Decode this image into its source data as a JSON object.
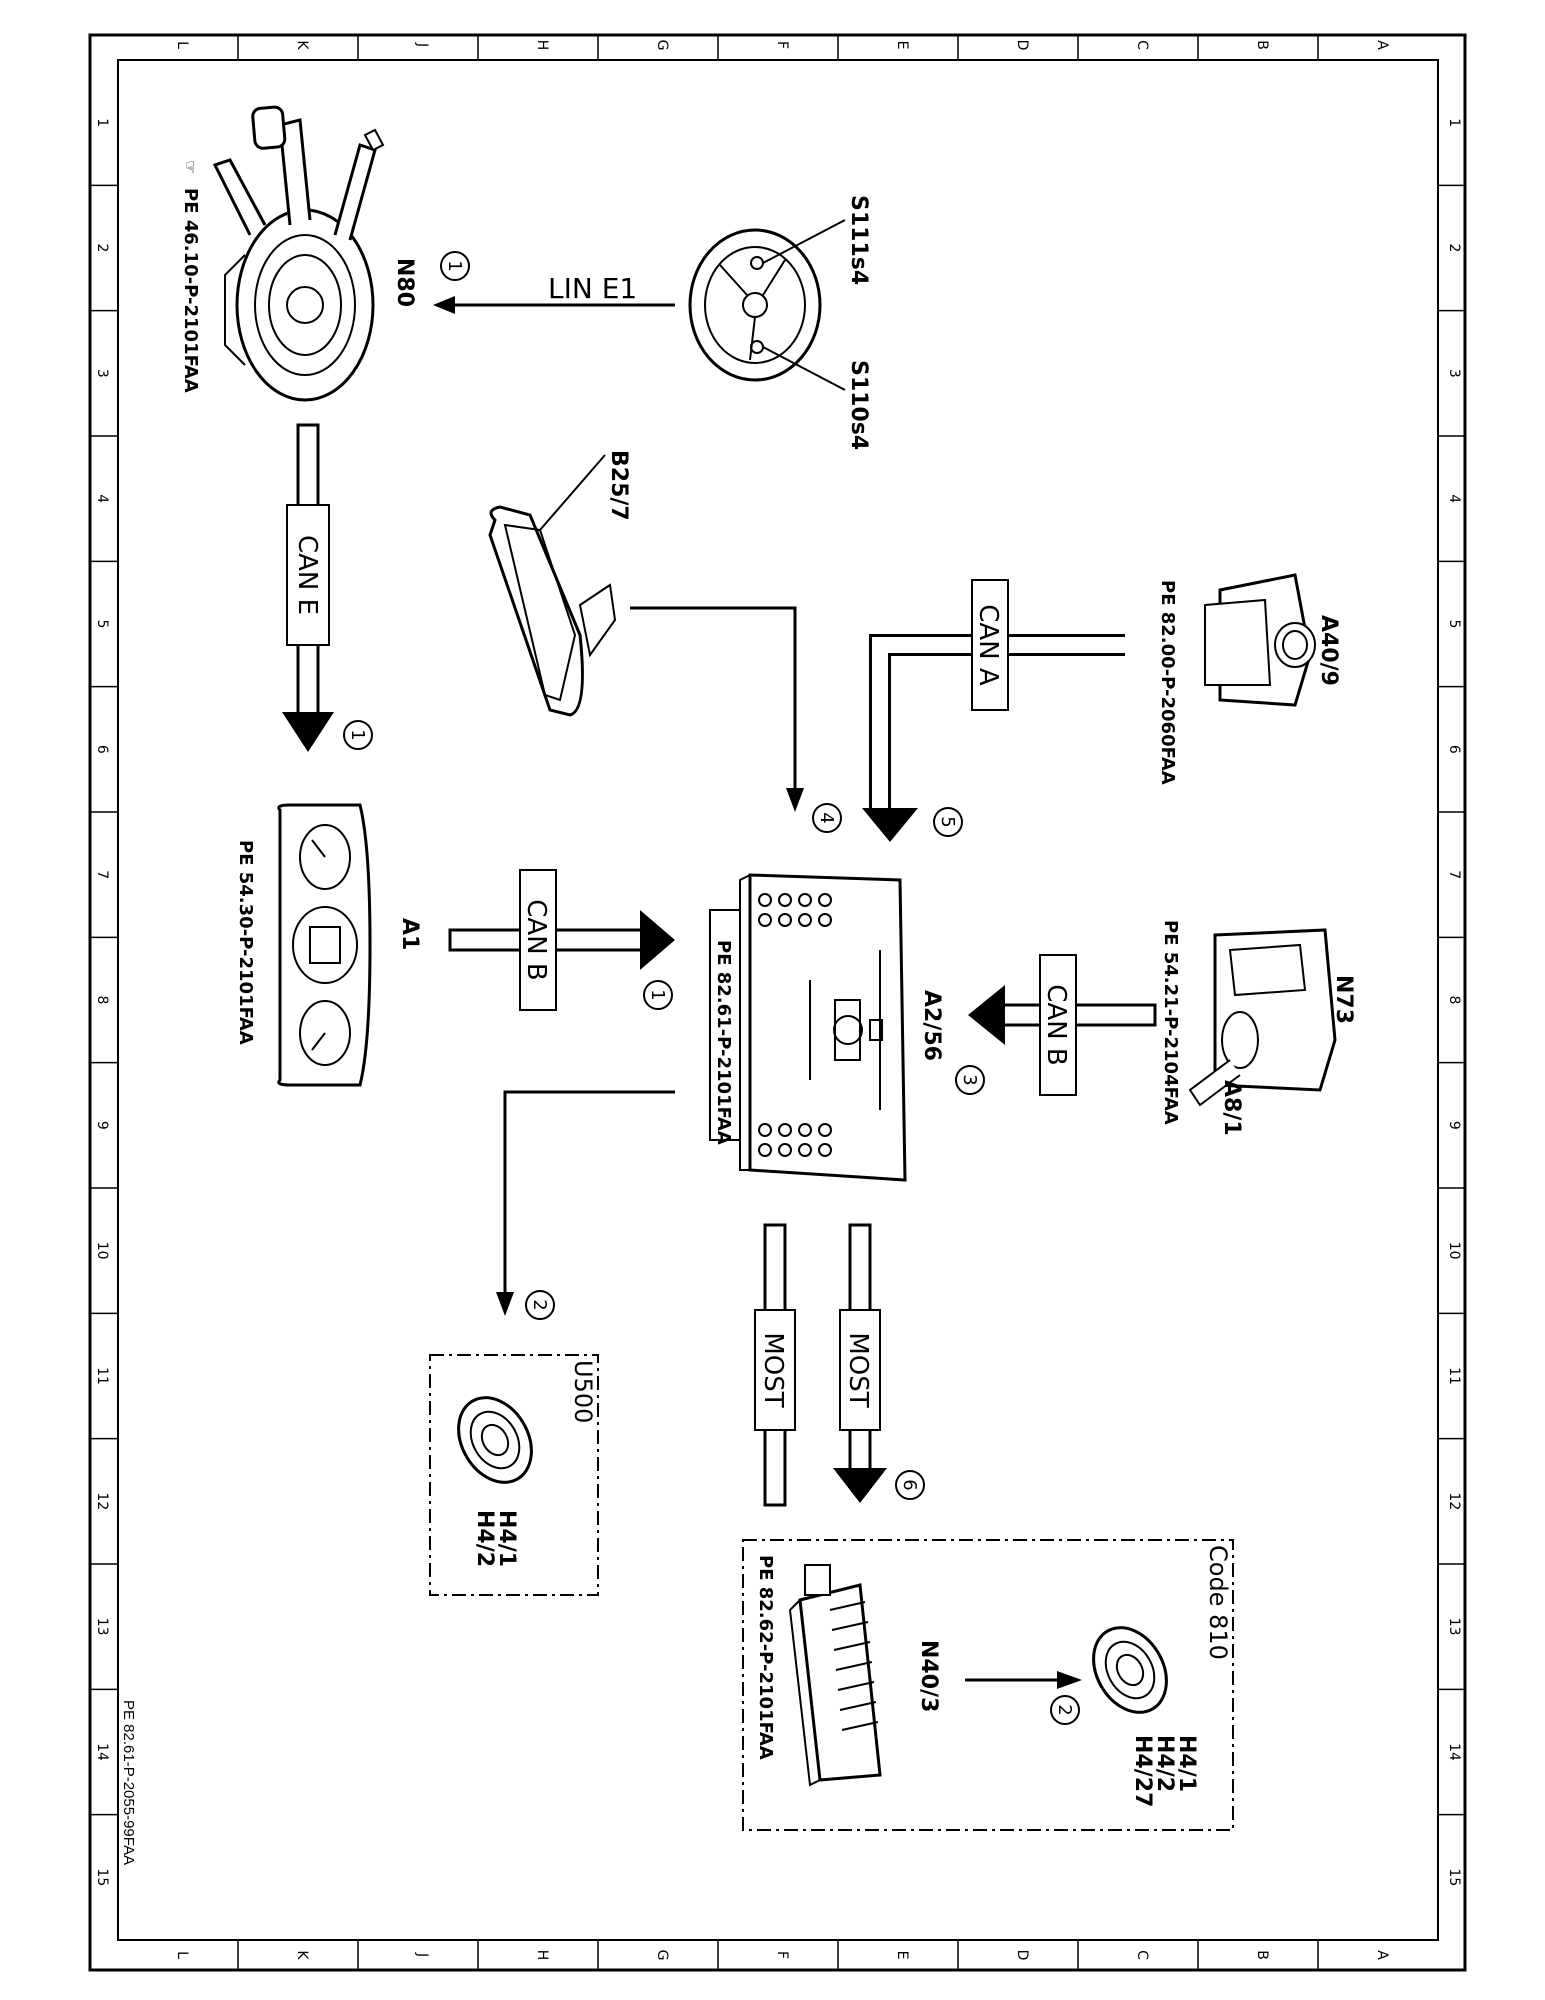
{
  "frame": {
    "grid_letters": [
      "L",
      "K",
      "J",
      "H",
      "G",
      "F",
      "E",
      "D",
      "C",
      "B",
      "A"
    ],
    "grid_numbers": [
      "1",
      "2",
      "3",
      "4",
      "5",
      "6",
      "7",
      "8",
      "9",
      "10",
      "11",
      "12",
      "13",
      "14",
      "15"
    ]
  },
  "doc_id": "PE 82.61-P-2055-99FAA",
  "components": {
    "n80": {
      "label": "N80",
      "ref": "PE 46.10-P-2101FAA"
    },
    "s111s4": {
      "label": "S111s4"
    },
    "s110s4": {
      "label": "S110s4"
    },
    "b25_7": {
      "label": "B25/7"
    },
    "a40_9": {
      "label": "A40/9",
      "ref": "PE 82.00-P-2060FAA"
    },
    "a1": {
      "label": "A1",
      "ref": "PE 54.30-P-2101FAA"
    },
    "a2_56": {
      "label": "A2/56",
      "ref": "PE 82.61-P-2101FAA"
    },
    "n73": {
      "label": "N73",
      "ref": "PE 54.21-P-2104FAA"
    },
    "a8_1": {
      "label": "A8/1"
    },
    "u500": {
      "label": "U500",
      "speakers": [
        "H4/1",
        "H4/2"
      ]
    },
    "code810": {
      "label": "Code 810",
      "speakers": [
        "H4/1",
        "H4/2",
        "H4/27"
      ]
    },
    "n40_3": {
      "label": "N40/3",
      "ref": "PE 82.62-P-2101FAA"
    }
  },
  "buses": {
    "lin_e1": "LIN E1",
    "can_e": "CAN E",
    "can_a": "CAN A",
    "can_b_left": "CAN B",
    "can_b_right": "CAN B",
    "most_left": "MOST",
    "most_right": "MOST"
  },
  "markers": {
    "lin": "1",
    "can_e": "1",
    "can_b_a1": "1",
    "u500": "2",
    "can_b_n73": "3",
    "b25": "4",
    "can_a": "5",
    "most": "6",
    "code810": "2"
  }
}
